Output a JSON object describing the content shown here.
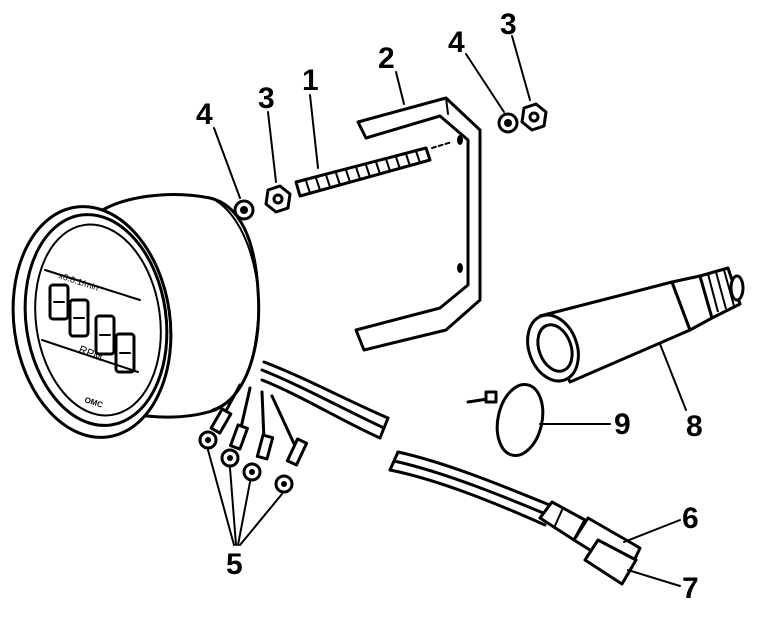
{
  "labels": {
    "stud": "1",
    "bracket": "2",
    "nut_right": "3",
    "nut_left": "3",
    "washer_right": "4",
    "washer_left": "4",
    "terminals": "5",
    "connector_body": "6",
    "connector_end": "7",
    "boot": "8",
    "tie_strap": "9"
  },
  "dial": {
    "scale_text": "x6.6.1/min",
    "rpm_text": "RPM",
    "brand_text": "OMC"
  }
}
